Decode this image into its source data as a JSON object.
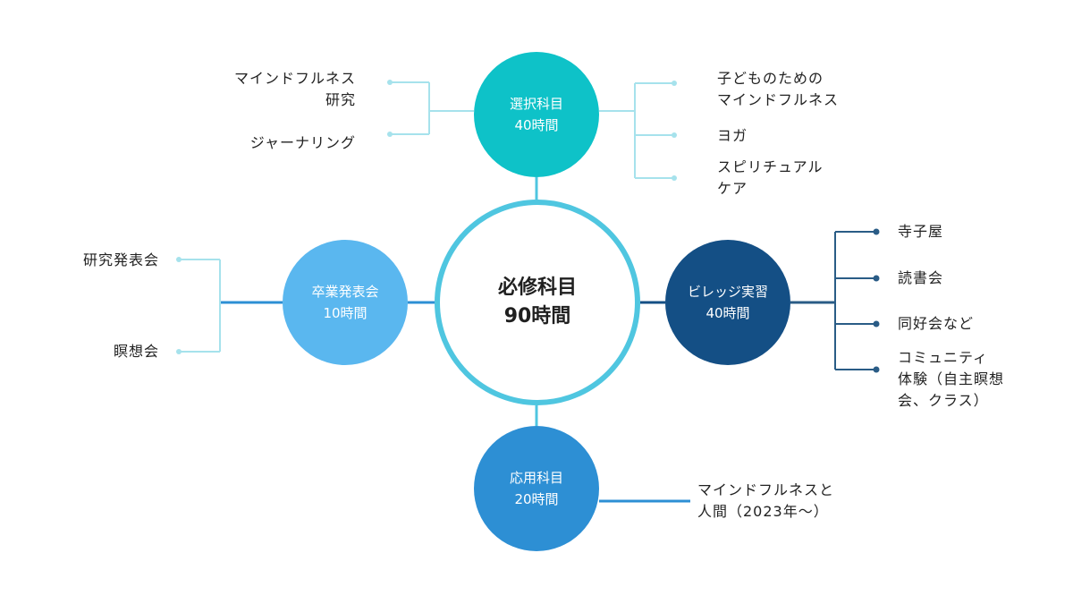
{
  "center": {
    "line1": "必修科目",
    "line2": "90時間"
  },
  "elective": {
    "line1": "選択科目",
    "line2": "40時間",
    "left_items": [
      {
        "lines": [
          "マインドフルネス",
          "研究"
        ]
      },
      {
        "lines": [
          "ジャーナリング"
        ]
      }
    ],
    "right_items": [
      {
        "lines": [
          "子どものための",
          "マインドフルネス"
        ]
      },
      {
        "lines": [
          "ヨガ"
        ]
      },
      {
        "lines": [
          "スピリチュアル",
          "ケア"
        ]
      }
    ]
  },
  "graduation": {
    "line1": "卒業発表会",
    "line2": "10時間",
    "items": [
      {
        "lines": [
          "研究発表会"
        ]
      },
      {
        "lines": [
          "瞑想会"
        ]
      }
    ]
  },
  "village": {
    "line1": "ビレッジ実習",
    "line2": "40時間",
    "items": [
      {
        "lines": [
          "寺子屋"
        ]
      },
      {
        "lines": [
          "読書会"
        ]
      },
      {
        "lines": [
          "同好会など"
        ]
      },
      {
        "lines": [
          "コミュニティ",
          "体験（自主瞑想",
          "会、クラス）"
        ]
      }
    ]
  },
  "applied": {
    "line1": "応用科目",
    "line2": "20時間",
    "items": [
      {
        "lines": [
          "マインドフルネスと",
          "人間（2023年〜）"
        ]
      }
    ]
  },
  "colors": {
    "center_ring": "#4fc6e0",
    "elective": "#0ec2c8",
    "graduation": "#5ab7ef",
    "village": "#144f85",
    "applied": "#2d8fd4",
    "connector_light": "#a6e2ec",
    "connector_mid": "#4fc6e0",
    "connector_dark": "#2a5c86",
    "connector_applied": "#2d8fd4"
  }
}
